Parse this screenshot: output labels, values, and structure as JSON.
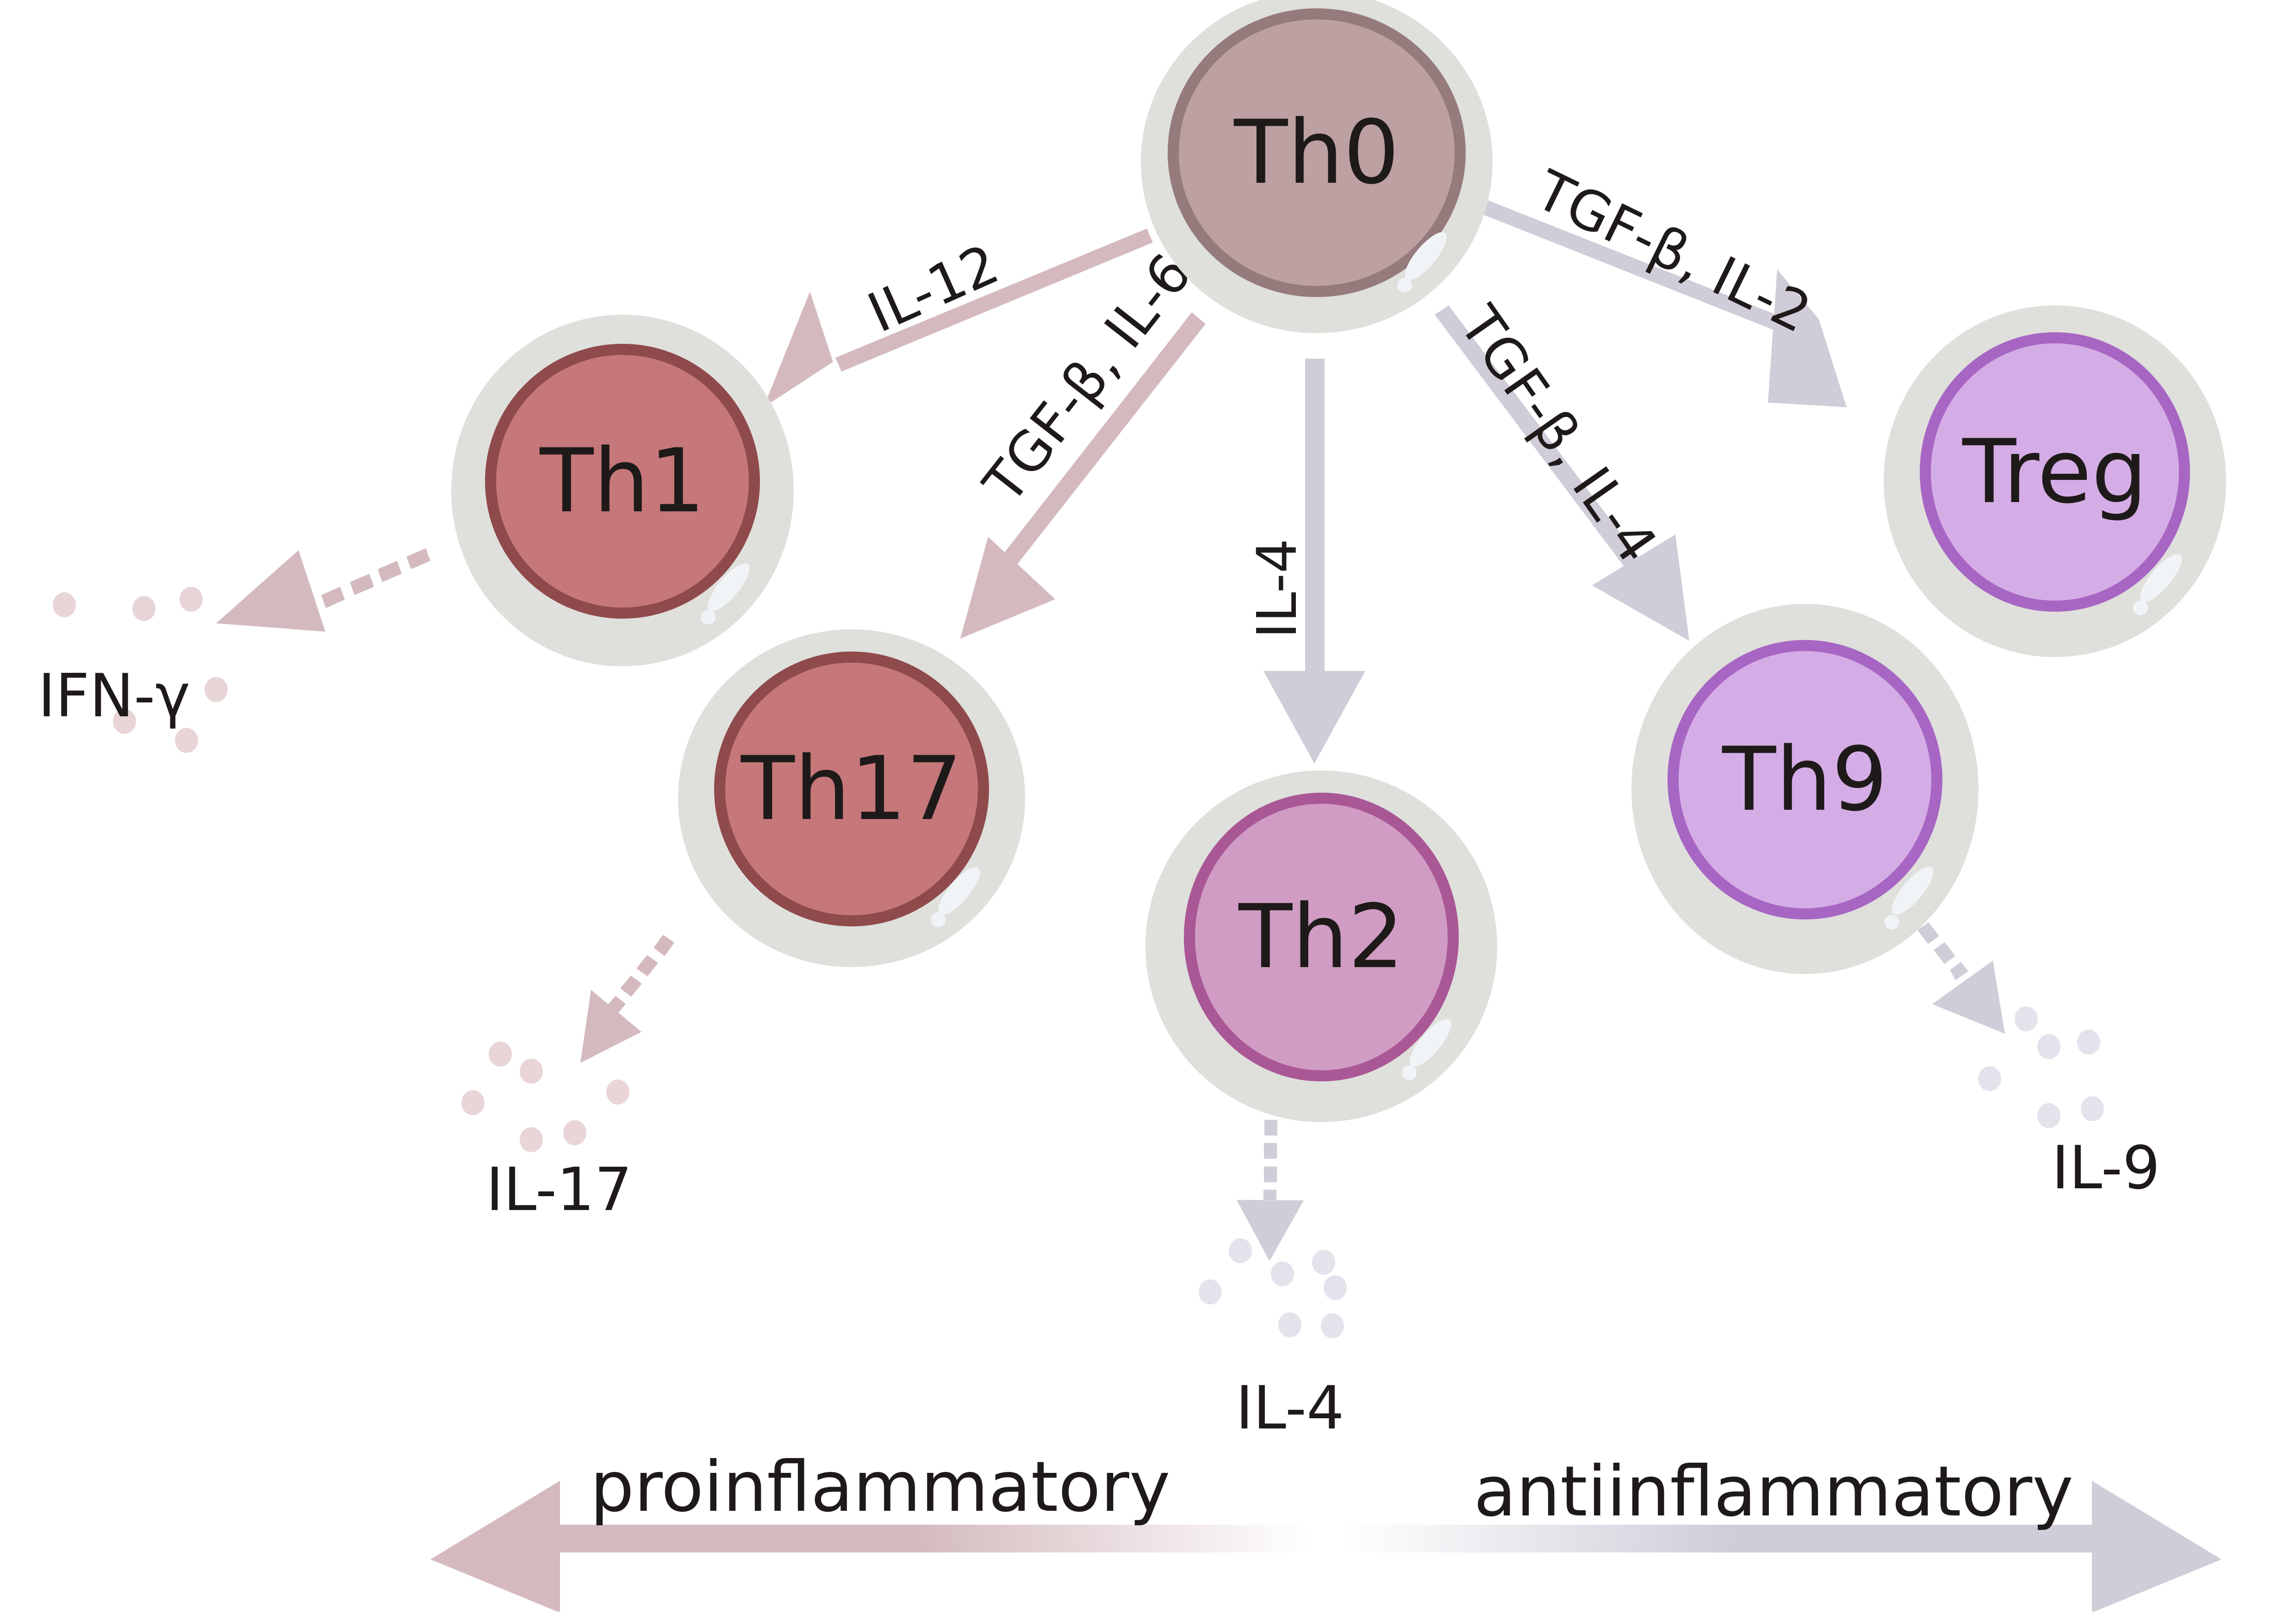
{
  "diagram": {
    "title": "",
    "colors": {
      "outer_cell": "#dfdfdc",
      "highlight": "#f1f4f6",
      "pro_arrow": "#d4babe",
      "anti_arrow": "#d0ccd8",
      "pro_dot": "#e9d5d7",
      "anti_dot": "#e6e2ec",
      "text": "#1e1a19"
    },
    "cells": [
      {
        "id": "th0",
        "label": "Th0",
        "fill": "#bda0a2",
        "ring": "#957b7b"
      },
      {
        "id": "th1",
        "label": "Th1",
        "fill": "#c67779",
        "ring": "#8f4a4b"
      },
      {
        "id": "th17",
        "label": "Th17",
        "fill": "#c67779",
        "ring": "#8f4a4b"
      },
      {
        "id": "th2",
        "label": "Th2",
        "fill": "#d09cc3",
        "ring": "#aa5795"
      },
      {
        "id": "th9",
        "label": "Th9",
        "fill": "#d5ade6",
        "ring": "#a766c3"
      },
      {
        "id": "treg",
        "label": "Treg",
        "fill": "#d5ade6",
        "ring": "#a766c3"
      }
    ],
    "differentiation_edges": [
      {
        "from": "Th0",
        "to": "Th1",
        "label": "IL-12",
        "group": "proinflammatory"
      },
      {
        "from": "Th0",
        "to": "Th17",
        "label": "TGF-β, IL-6",
        "group": "proinflammatory"
      },
      {
        "from": "Th0",
        "to": "Th2",
        "label": "IL-4",
        "group": "antiinflammatory"
      },
      {
        "from": "Th0",
        "to": "Th9",
        "label": "TGF-β, IL-4",
        "group": "antiinflammatory"
      },
      {
        "from": "Th0",
        "to": "Treg",
        "label": "TGF-β, IL-2",
        "group": "antiinflammatory"
      }
    ],
    "secretion_edges": [
      {
        "from": "Th1",
        "to": "IFN-γ",
        "style": "dashed"
      },
      {
        "from": "Th17",
        "to": "IL-17",
        "style": "dashed"
      },
      {
        "from": "Th2",
        "to": "IL-4",
        "style": "dashed"
      },
      {
        "from": "Th9",
        "to": "IL-9",
        "style": "dashed"
      }
    ],
    "cytokines": [
      {
        "label": "IFN-γ",
        "group": "proinflammatory"
      },
      {
        "label": "IL-17",
        "group": "proinflammatory"
      },
      {
        "label": "IL-4",
        "group": "antiinflammatory"
      },
      {
        "label": "IL-9",
        "group": "antiinflammatory"
      }
    ],
    "spectrum_axis": {
      "left_label": "proinflammatory",
      "right_label": "antiinflammatory"
    }
  }
}
